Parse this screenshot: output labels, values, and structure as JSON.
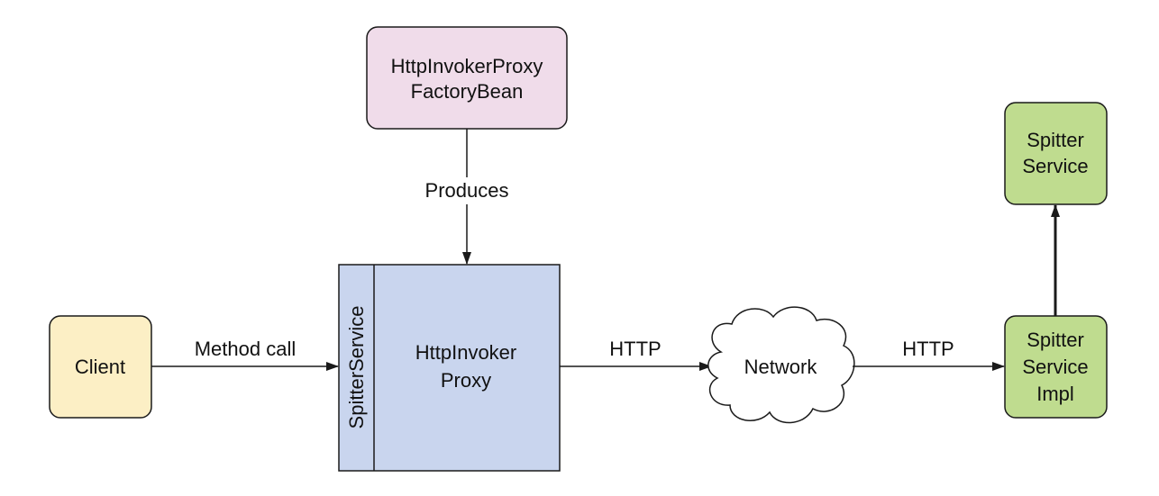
{
  "nodes": {
    "factory": {
      "lines": [
        "HttpInvokerProxy",
        "FactoryBean"
      ],
      "fill": "#f0dcea"
    },
    "client": {
      "lines": [
        "Client"
      ],
      "fill": "#fcefc5"
    },
    "proxy": {
      "lines": [
        "HttpInvoker",
        "Proxy"
      ],
      "interface_label": "SpitterService",
      "fill": "#c9d5ee"
    },
    "network": {
      "lines": [
        "Network"
      ],
      "fill": "#ffffff"
    },
    "service": {
      "lines": [
        "Spitter",
        "Service"
      ],
      "fill": "#bfdc8f"
    },
    "impl": {
      "lines": [
        "Spitter",
        "Service",
        "Impl"
      ],
      "fill": "#bfdc8f"
    }
  },
  "edges": {
    "produces": "Produces",
    "method_call": "Method call",
    "http_to_network": "HTTP",
    "http_to_impl": "HTTP"
  },
  "colors": {
    "stroke": "#1a1a1a",
    "text": "#111111"
  }
}
